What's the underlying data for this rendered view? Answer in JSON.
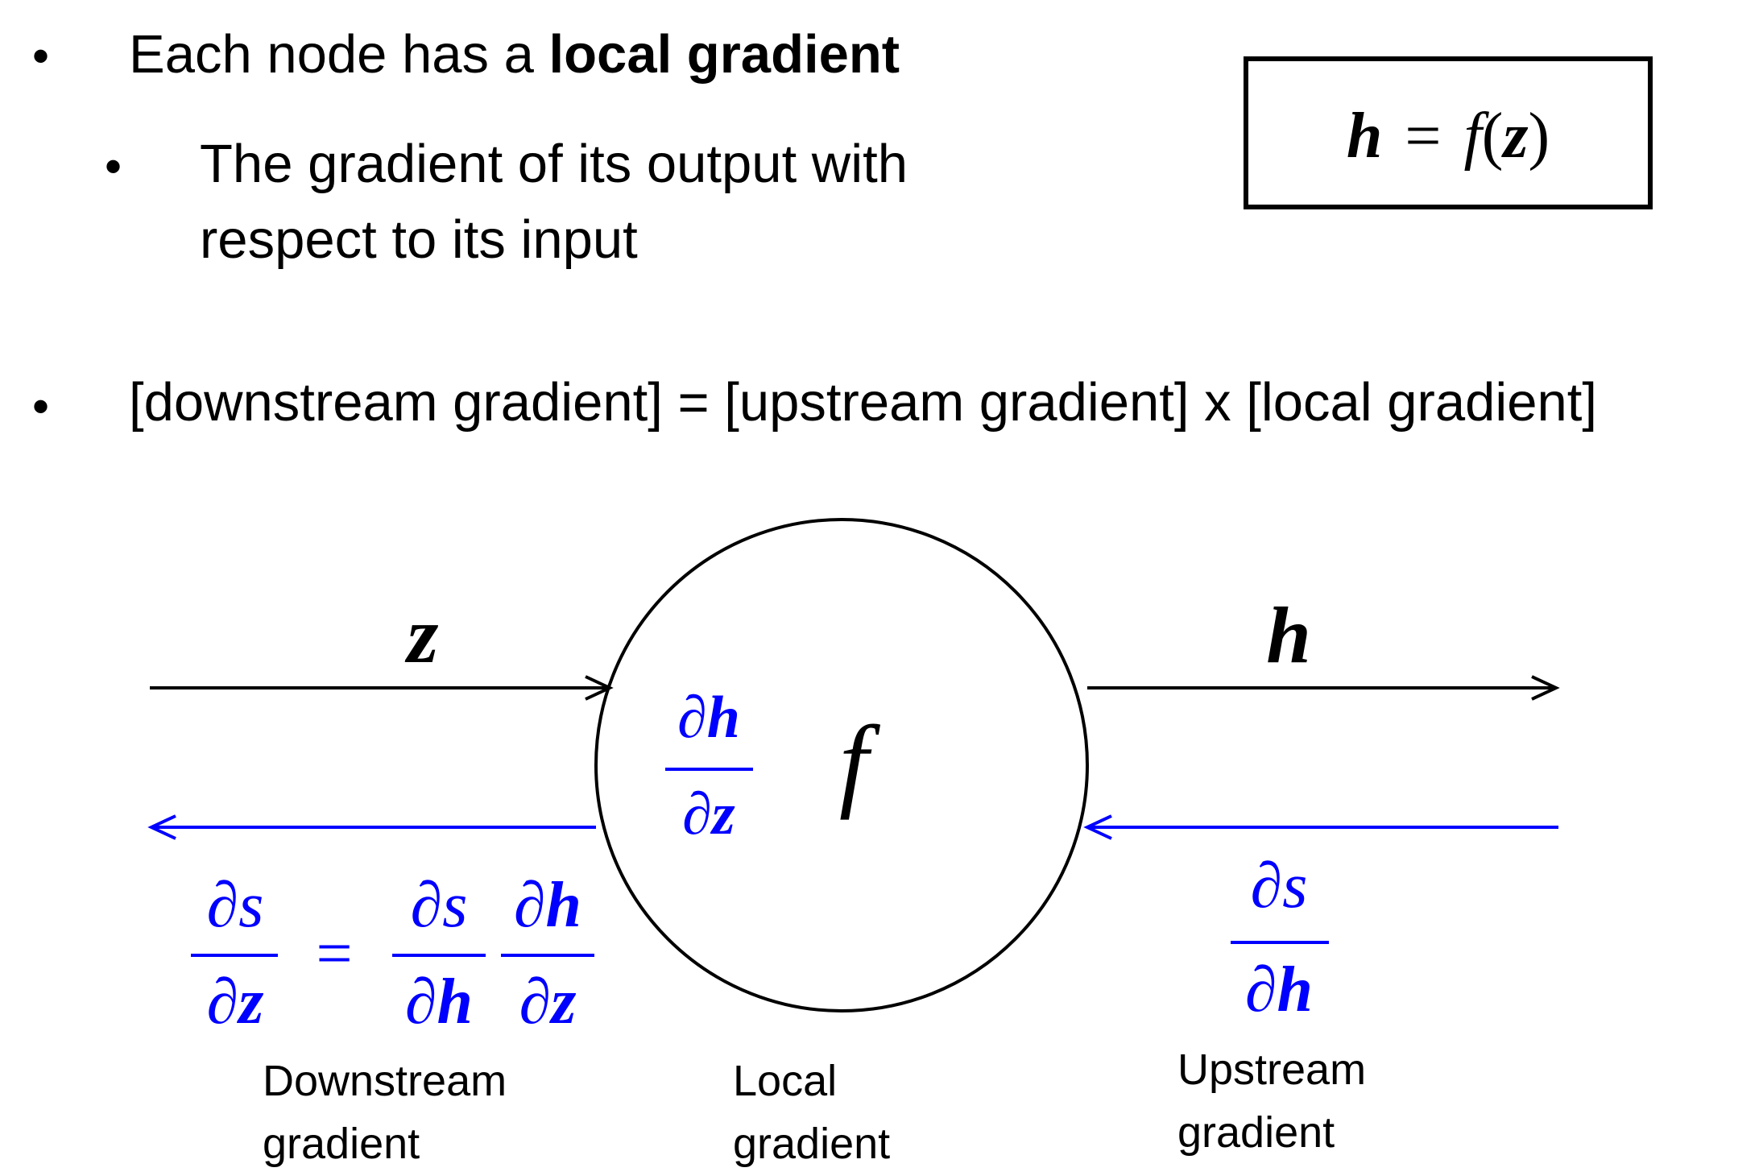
{
  "bullets": {
    "b1_prefix": "Each node has a ",
    "b1_bold": "local gradient",
    "b1_sub_line1": "The gradient of its output with",
    "b1_sub_line2": "respect to its input",
    "b2": "[downstream gradient] = [upstream gradient] x [local gradient]"
  },
  "equation_box": {
    "lhs": "h",
    "equals": "=",
    "func": "f",
    "open_paren": "(",
    "arg": "z",
    "close_paren": ")"
  },
  "diagram": {
    "node_function": "f",
    "input_label": "z",
    "output_label": "h",
    "local_gradient": {
      "numerator_d": "∂",
      "numerator_var": "h",
      "denominator_d": "∂",
      "denominator_var": "z"
    },
    "upstream_gradient": {
      "numerator_d": "∂",
      "numerator_var": "s",
      "denominator_d": "∂",
      "denominator_var": "h"
    },
    "downstream_equation": {
      "lhs_num_d": "∂",
      "lhs_num_var": "s",
      "lhs_den_d": "∂",
      "lhs_den_var": "z",
      "equals": "=",
      "f1_num_d": "∂",
      "f1_num_var": "s",
      "f1_den_d": "∂",
      "f1_den_var": "h",
      "f2_num_d": "∂",
      "f2_num_var": "h",
      "f2_den_d": "∂",
      "f2_den_var": "z"
    },
    "captions": {
      "downstream_line1": "Downstream",
      "downstream_line2": "gradient",
      "local_line1": "Local",
      "local_line2": "gradient",
      "upstream_line1": "Upstream",
      "upstream_line2": "gradient"
    }
  },
  "colors": {
    "forward": "#000000",
    "backward": "#0000ff",
    "background": "#ffffff"
  }
}
